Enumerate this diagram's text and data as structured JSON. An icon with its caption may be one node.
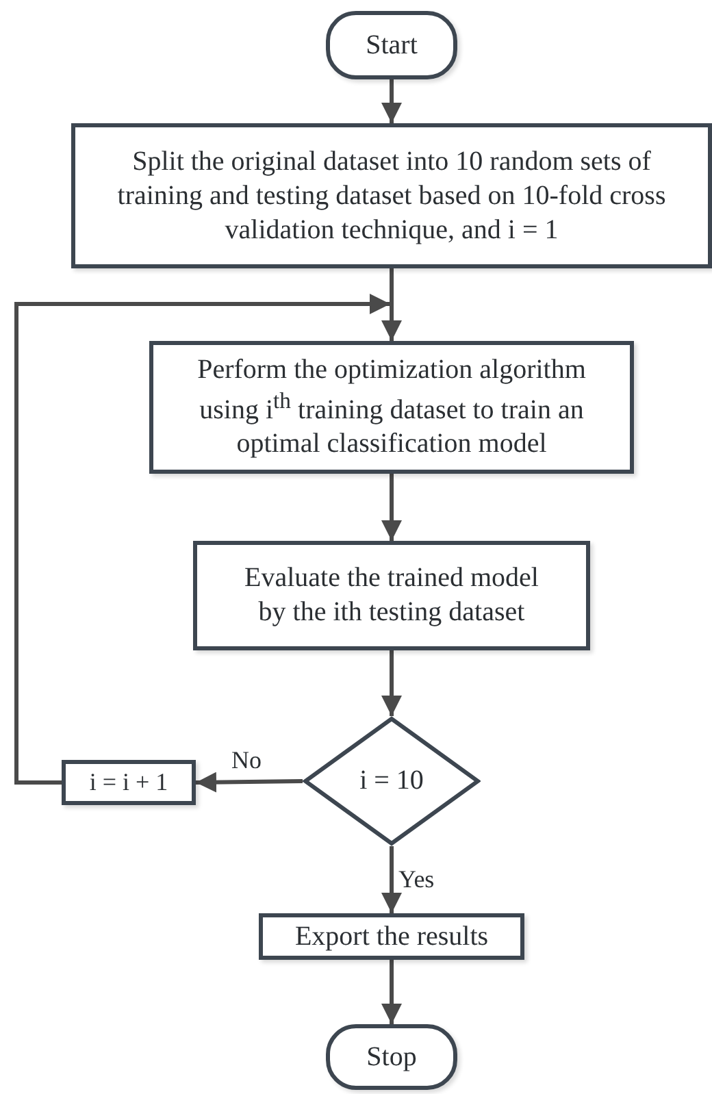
{
  "diagram": {
    "nodes": [
      {
        "text": [
          "Start"
        ]
      },
      {
        "text": [
          "Split the original dataset into 10 random sets of training and testing dataset based on 10-fold cross validation technique, and i = 1"
        ]
      },
      {
        "text": [
          "Perform the optimization algorithm using i$^{th}$ training dataset to train an optimal classification model"
        ]
      },
      {
        "text": [
          "Evaluate the trained model by the ith testing dataset"
        ]
      },
      {
        "text": [
          "i = 10"
        ]
      },
      {
        "text": [
          "i = i + 1"
        ]
      },
      {
        "text": [
          "Export the results"
        ]
      },
      {
        "text": [
          "Stop"
        ]
      }
    ],
    "edges": [
      {
        "from": 0,
        "to": 1,
        "arrow": "to"
      },
      {
        "from": 1,
        "to": 2,
        "arrow": "to"
      },
      {
        "from": 2,
        "to": 3,
        "arrow": "to"
      },
      {
        "from": 3,
        "to": 4,
        "arrow": "to"
      },
      {
        "from": 4,
        "to": 5,
        "arrow": "to",
        "label": "No"
      },
      {
        "from": 5,
        "to": 2,
        "arrow": "to"
      },
      {
        "from": 4,
        "to": 6,
        "arrow": "to",
        "label": "Yes"
      },
      {
        "from": 6,
        "to": 7,
        "arrow": "to"
      }
    ]
  }
}
